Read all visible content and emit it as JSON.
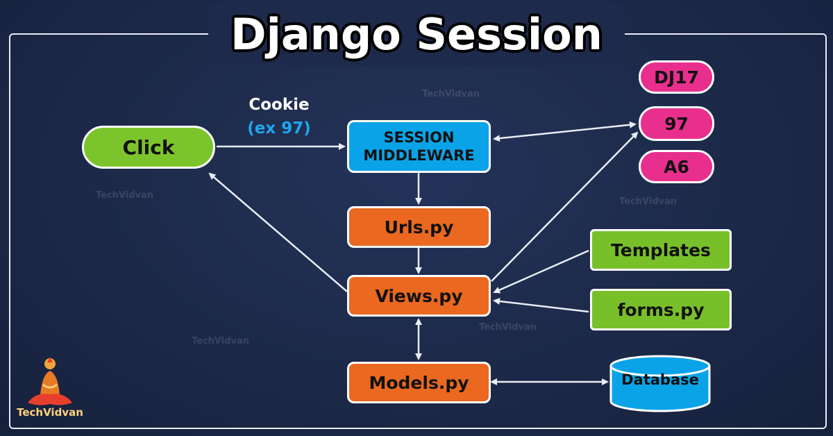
{
  "title": "Django Session",
  "cookie": {
    "label": "Cookie",
    "example": "(ex 97)"
  },
  "nodes": {
    "click": "Click",
    "session_line1": "SESSION",
    "session_line2": "MIDDLEWARE",
    "urls": "Urls.py",
    "views": "Views.py",
    "models": "Models.py",
    "templates": "Templates",
    "forms": "forms.py",
    "database": "Database",
    "session_ids": [
      "DJ17",
      "97",
      "A6"
    ]
  },
  "brand": {
    "name": "TechVidvan",
    "watermark": "TechVidvan"
  },
  "colors": {
    "background": "#1c2948",
    "process_orange": "#ea6820",
    "middleware_blue": "#0aa3e8",
    "input_green": "#78c02a",
    "session_pink": "#e82f8e",
    "arrow": "#e9edf5"
  }
}
